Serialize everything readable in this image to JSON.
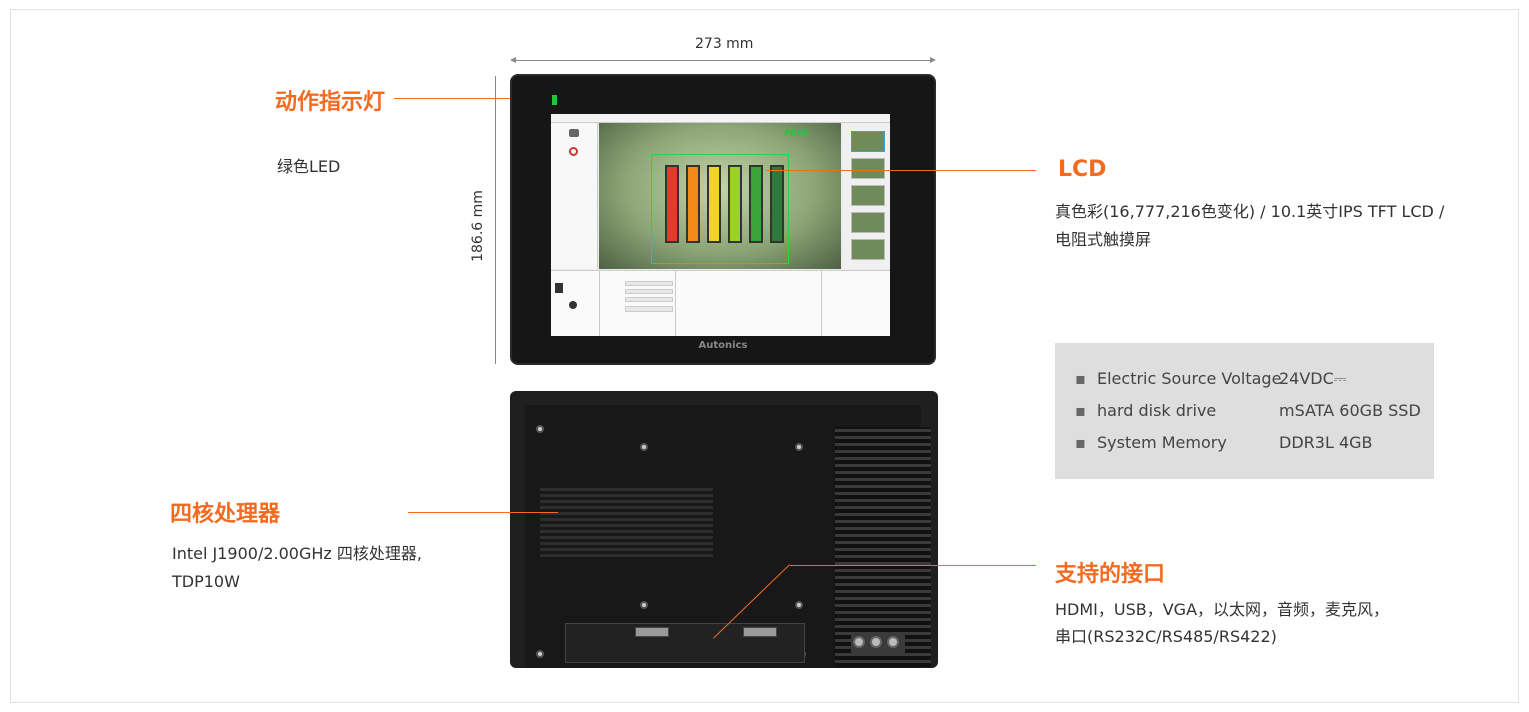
{
  "dimensions": {
    "width": "273 mm",
    "height": "186.6 mm"
  },
  "led_indicator": {
    "title": "动作指示灯",
    "desc": "绿色LED"
  },
  "lcd": {
    "title": "LCD",
    "desc_line1": "真色彩(16,777,216色变化) / 10.1英寸IPS TFT LCD /",
    "desc_line2": "电阻式触摸屏"
  },
  "processor": {
    "title": "四核处理器",
    "desc_line1": "Intel J1900/2.00GHz 四核处理器,",
    "desc_line2": "TDP10W"
  },
  "interfaces": {
    "title": "支持的接口",
    "desc_line1": "HDMI，USB，VGA，以太网，音频，麦克风，",
    "desc_line2": "串口(RS232C/RS485/RS422)"
  },
  "specs": [
    {
      "bullet": "▪",
      "label": "Electric Source Voltage",
      "value": "24VDC⎓"
    },
    {
      "bullet": "▪",
      "label": "hard disk drive",
      "value": "mSATA 60GB SSD"
    },
    {
      "bullet": "▪",
      "label": "System Memory",
      "value": "DDR3L 4GB"
    }
  ],
  "device": {
    "brand": "Autonics",
    "screen_status": "PASS"
  },
  "colors": {
    "accent": "#f26b21",
    "spec_bg": "#dedede",
    "led": "#22c43a"
  }
}
